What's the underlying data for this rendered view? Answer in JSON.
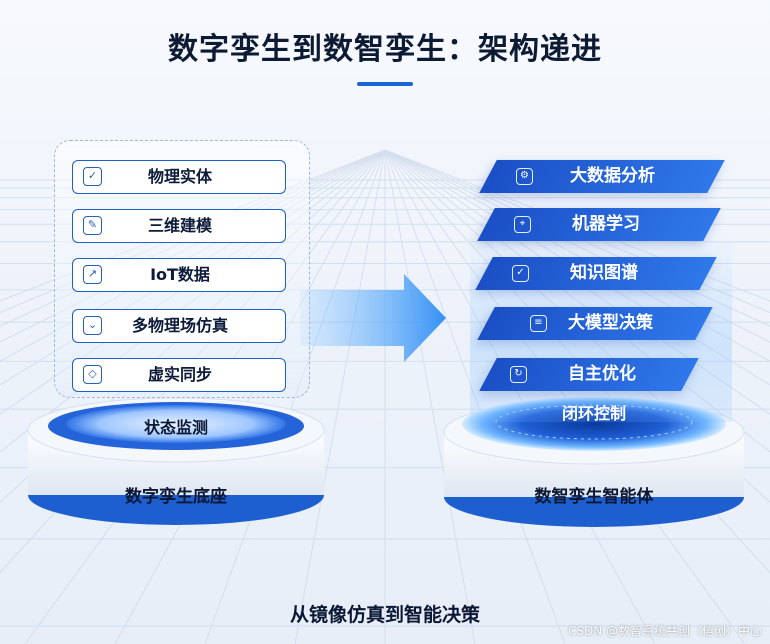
{
  "title": "数字孪生到数智孪生：架构递进",
  "left": {
    "items": [
      {
        "label": "物理实体",
        "icon": "shield-check-icon"
      },
      {
        "label": "三维建模",
        "icon": "sparkle-edit-icon"
      },
      {
        "label": "IoT数据",
        "icon": "chart-icon"
      },
      {
        "label": "多物理场仿真",
        "icon": "shield-down-icon"
      },
      {
        "label": "虚实同步",
        "icon": "cube-icon"
      }
    ],
    "platform_top": "状态监测",
    "platform_label": "数字孪生底座"
  },
  "right": {
    "items": [
      {
        "label": "大数据分析",
        "icon": "gear-icon"
      },
      {
        "label": "机器学习",
        "icon": "location-icon"
      },
      {
        "label": "知识图谱",
        "icon": "graph-icon"
      },
      {
        "label": "大模型决策",
        "icon": "layers-icon"
      },
      {
        "label": "自主优化",
        "icon": "loop-icon"
      }
    ],
    "platform_top": "闭环控制",
    "platform_label": "数智孪生智能体"
  },
  "bottom_caption": "从镜像仿真到智能决策",
  "watermark": "CSDN @数智系统共创（信创）中心",
  "colors": {
    "accent": "#1e63d6",
    "dark": "#0c1a33",
    "arrow": "#2f8df0"
  }
}
